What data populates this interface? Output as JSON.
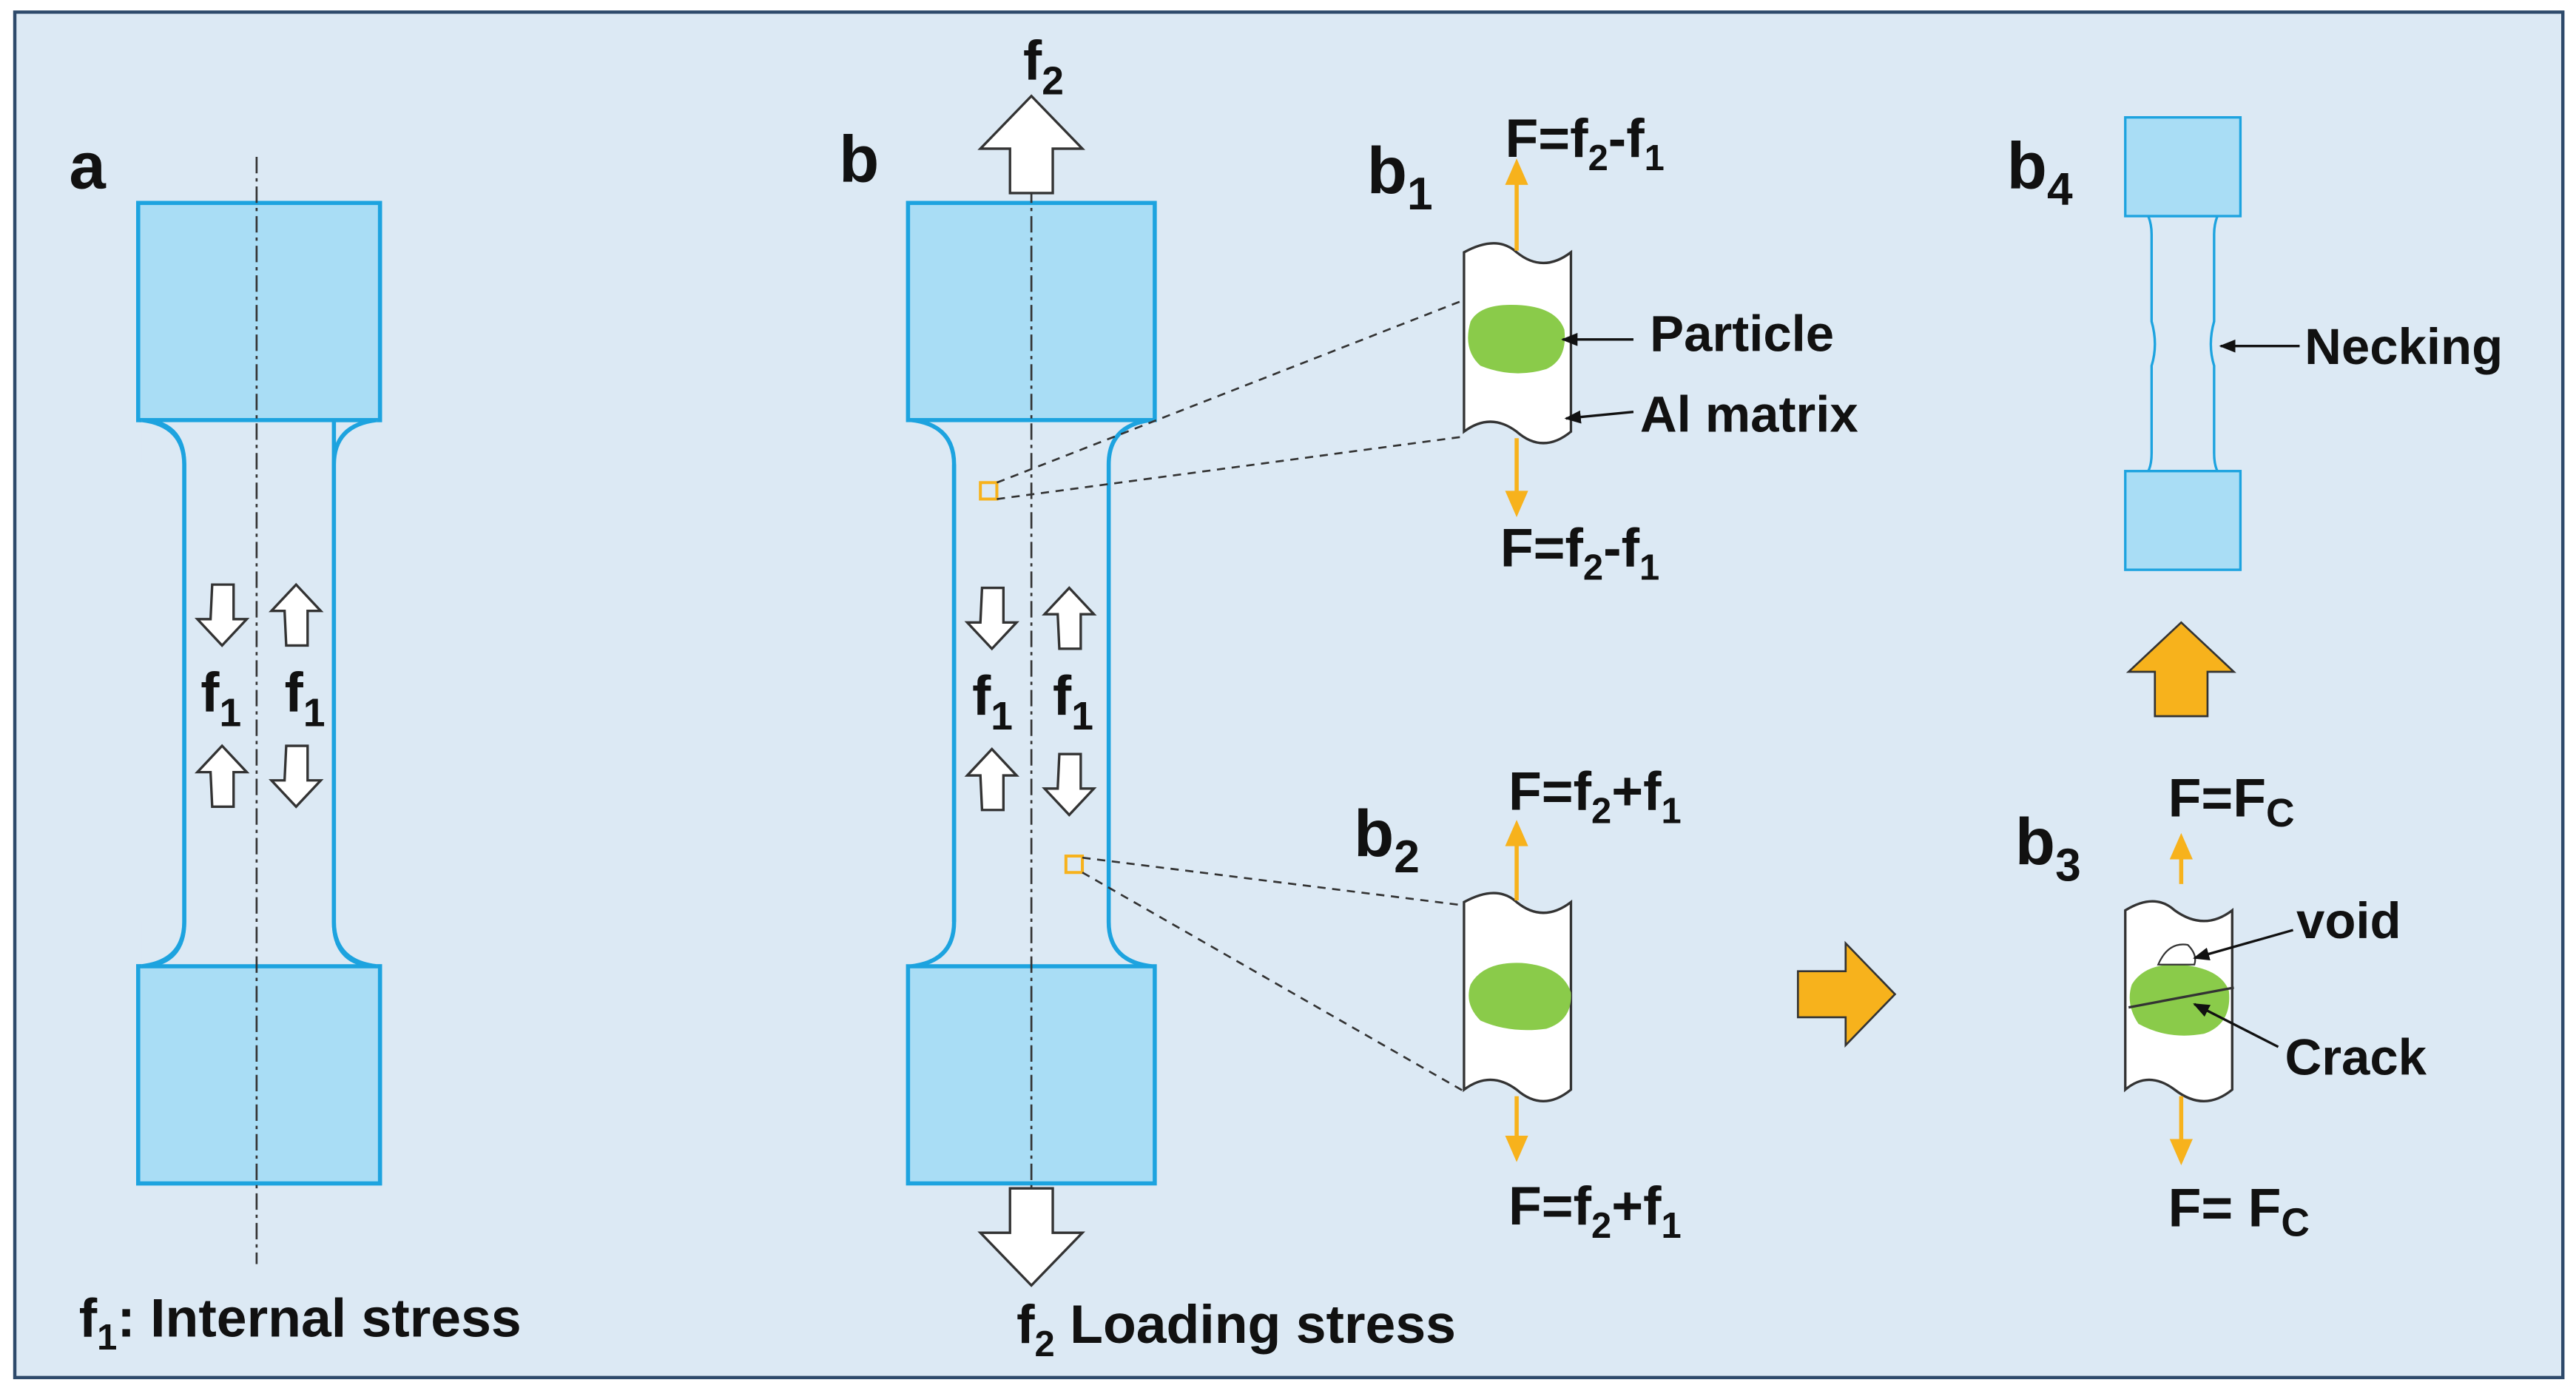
{
  "colors": {
    "panel_bg": "#DCE9F4",
    "frame": "#2E4A6B",
    "specimen_fill": "#A9DDF5",
    "specimen_stroke": "#1DA3DF",
    "particle": "#8ACB4A",
    "force_arrow": "#F7B21C",
    "outline": "#222222"
  },
  "panels": {
    "a": "a",
    "b": "b",
    "b1": {
      "base": "b",
      "sub": "1"
    },
    "b2": {
      "base": "b",
      "sub": "2"
    },
    "b3": {
      "base": "b",
      "sub": "3"
    },
    "b4": {
      "base": "b",
      "sub": "4"
    }
  },
  "symbols": {
    "f": "f",
    "one": "1",
    "two": "2",
    "F_eq": "F=",
    "F_eq_sp": "F= ",
    "f2": "f",
    "minus": "-",
    "plus": "+",
    "F": "F",
    "C": "C"
  },
  "captions": {
    "internal": ":  Internal stress",
    "loading": " Loading stress"
  },
  "annotations": {
    "particle": "Particle",
    "al_matrix": "Al matrix",
    "void": "void",
    "crack": "Crack",
    "necking": "Necking"
  },
  "icons": [
    "up-hollow-arrow-icon",
    "down-hollow-arrow-icon",
    "up-force-arrow-icon",
    "down-force-arrow-icon",
    "right-orange-arrow-icon",
    "up-orange-arrow-icon"
  ]
}
